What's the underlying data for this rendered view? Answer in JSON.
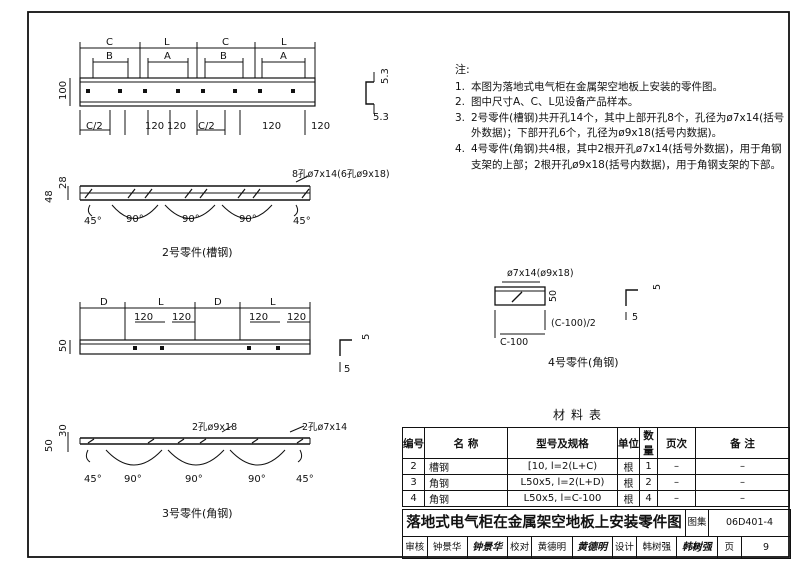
{
  "views": {
    "part2": {
      "caption": "2号零件(槽钢)",
      "top_labels": [
        "C",
        "L",
        "C",
        "L"
      ],
      "inner_labels": [
        "B",
        "A",
        "B",
        "A"
      ],
      "height_dim": "100",
      "bottom_dims": [
        "C/2",
        "120",
        "120",
        "C/2",
        "120",
        "120"
      ],
      "section_dims": [
        "5.3",
        "5.3"
      ],
      "side_dims": [
        "28",
        "48"
      ],
      "hole_note": "8孔ø7x14(6孔ø9x18)",
      "angles": [
        "45°",
        "90°",
        "90°",
        "90°",
        "45°"
      ]
    },
    "part3": {
      "caption": "3号零件(角钢)",
      "top_labels": [
        "D",
        "L",
        "D",
        "L"
      ],
      "dims_120": [
        "120",
        "120",
        "120",
        "120"
      ],
      "height_dim": "50",
      "section_dims": [
        "5",
        "5"
      ],
      "side_dims": [
        "30",
        "50"
      ],
      "hole_note_1": "2孔ø9x18",
      "hole_note_2": "2孔ø7x14",
      "angles": [
        "45°",
        "90°",
        "90°",
        "90°",
        "45°"
      ]
    },
    "part4": {
      "caption": "4号零件(角钢)",
      "hole_note": "ø7x14(ø9x18)",
      "dim_50": "50",
      "dim_c100": "C-100",
      "dim_half": "(C-100)/2",
      "section_dims": [
        "5",
        "5"
      ]
    }
  },
  "notes": {
    "title": "注:",
    "items": [
      {
        "num": "1.",
        "text": "本图为落地式电气柜在金属架空地板上安装的零件图。"
      },
      {
        "num": "2.",
        "text": "图中尺寸A、C、L见设备产品样本。"
      },
      {
        "num": "3.",
        "text": "2号零件(槽钢)共开孔14个，其中上部开孔8个，孔径为ø7x14(括号外数据)；下部开孔6个，孔径为ø9x18(括号内数据)。"
      },
      {
        "num": "4.",
        "text": "4号零件(角钢)共4根，其中2根开孔ø7x14(括号外数据)，用于角钢支架的上部；2根开孔ø9x18(括号内数据)，用于角钢支架的下部。"
      }
    ]
  },
  "material_table": {
    "title": "材料表",
    "headers": [
      "编号",
      "名 称",
      "型号及规格",
      "单位",
      "数量",
      "页次",
      "备 注"
    ],
    "rows": [
      [
        "2",
        "槽钢",
        "[10, l=2(L+C)",
        "根",
        "1",
        "–",
        "–"
      ],
      [
        "3",
        "角钢",
        "L50x5, l=2(L+D)",
        "根",
        "2",
        "–",
        "–"
      ],
      [
        "4",
        "角钢",
        "L50x5, l=C-100",
        "根",
        "4",
        "–",
        "–"
      ]
    ]
  },
  "title_block": {
    "title": "落地式电气柜在金属架空地板上安装零件图",
    "atlas_label": "图集号",
    "atlas_no": "06D401-4",
    "review_label": "审核",
    "reviewer": "钟景华",
    "reviewer_sig": "钟景华",
    "check_label": "校对",
    "checker": "黄德明",
    "checker_sig": "黄德明",
    "design_label": "设计",
    "designer": "韩树强",
    "designer_sig": "韩树强",
    "page_label": "页",
    "page_no": "9"
  }
}
